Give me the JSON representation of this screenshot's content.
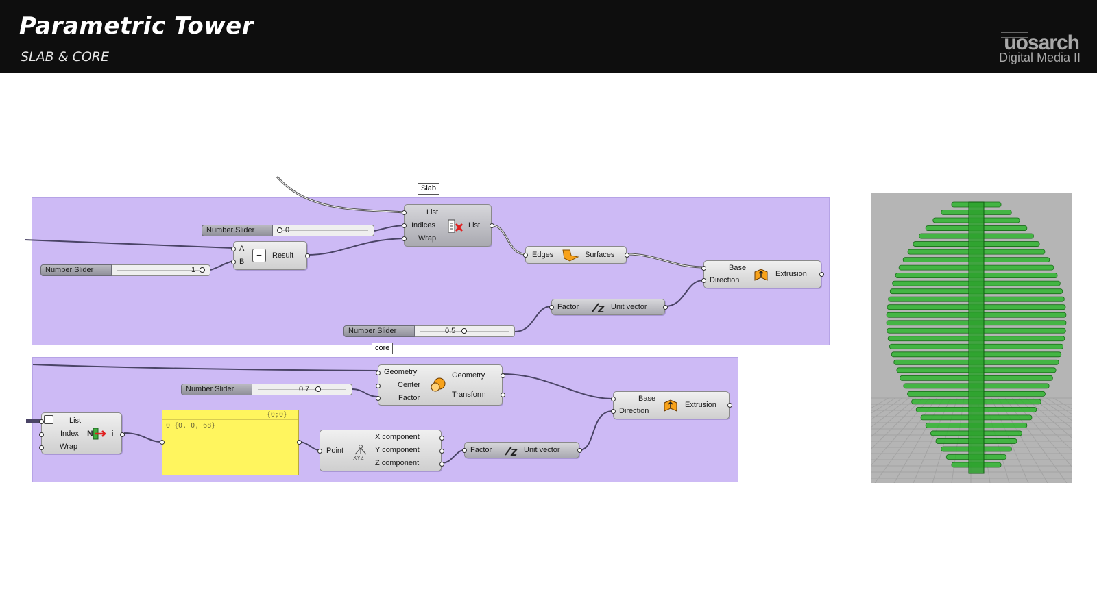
{
  "header": {
    "title": "Parametric Tower",
    "subtitle": "SLAB & CORE",
    "brand": "uosarch",
    "brand_sub": "Digital Media II"
  },
  "slab_group": {
    "tag": "Slab",
    "list_item": {
      "inputs": [
        "List",
        "Indices",
        "Wrap"
      ],
      "output": "List"
    },
    "slider_indices": {
      "name": "Number Slider",
      "value": "0"
    },
    "slider_b": {
      "name": "Number Slider",
      "value": "1"
    },
    "subtraction": {
      "inputs": [
        "A",
        "B"
      ],
      "output": "Result",
      "symbol": "−"
    },
    "boundary": {
      "input": "Edges",
      "output": "Surfaces"
    },
    "extrusion": {
      "inputs": [
        "Base",
        "Direction"
      ],
      "output": "Extrusion"
    },
    "unit_z": {
      "input": "Factor",
      "output": "Unit vector"
    },
    "slider_factor": {
      "name": "Number Slider",
      "value": "0.5"
    }
  },
  "core_group": {
    "tag": "core",
    "scale": {
      "inputs": [
        "Geometry",
        "Center",
        "Factor"
      ],
      "outputs": [
        "Geometry",
        "Transform"
      ]
    },
    "slider_scale": {
      "name": "Number Slider",
      "value": "0.7"
    },
    "list_item": {
      "inputs": [
        "List",
        "Index",
        "Wrap"
      ],
      "output": "i"
    },
    "panel": {
      "header": "{0;0}",
      "content": "0 {0, 0, 68}"
    },
    "deconstruct": {
      "input": "Point",
      "outputs": [
        "X component",
        "Y component",
        "Z component"
      ]
    },
    "unit_z": {
      "input": "Factor",
      "output": "Unit vector"
    },
    "extrusion": {
      "inputs": [
        "Base",
        "Direction"
      ],
      "output": "Extrusion"
    }
  },
  "colors": {
    "group": "#cdbaf5",
    "panel": "#fff55e",
    "slab_green": "#2bb52b"
  }
}
